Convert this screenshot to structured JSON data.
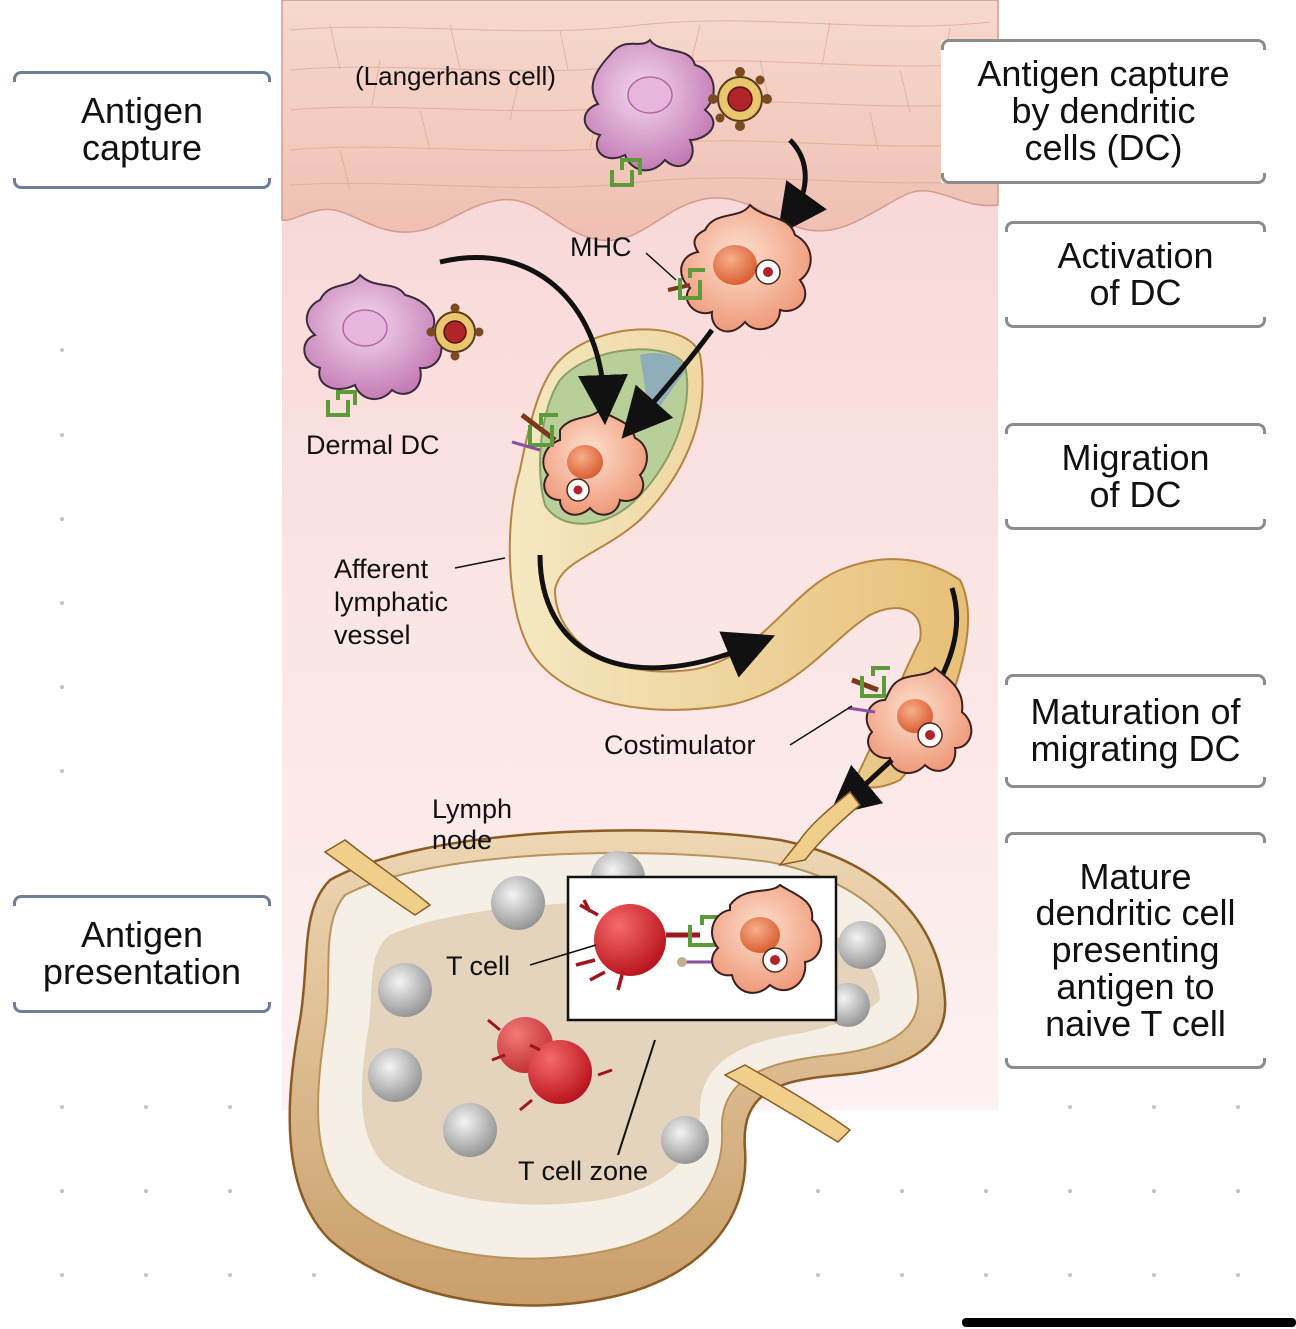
{
  "left_labels": {
    "antigen_capture": [
      "Antigen",
      "capture"
    ],
    "antigen_presentation": [
      "Antigen",
      "presentation"
    ]
  },
  "right_labels": {
    "capture_by_dc": [
      "Antigen capture",
      "by dendritic",
      "cells (DC)"
    ],
    "activation": [
      "Activation",
      "of DC"
    ],
    "migration": [
      "Migration",
      "of DC"
    ],
    "maturation": [
      "Maturation of",
      "migrating DC"
    ],
    "presenting": [
      "Mature",
      "dendritic cell",
      "presenting",
      "antigen to",
      "naive T cell"
    ]
  },
  "callouts": {
    "langerhans": "(Langerhans cell)",
    "mhc": "MHC",
    "dermal_dc": "Dermal DC",
    "afferent_vessel": [
      "Afferent",
      "lymphatic",
      "vessel"
    ],
    "costimulator": "Costimulator",
    "lymph_node": [
      "Lymph",
      "node"
    ],
    "t_cell": "T cell",
    "t_cell_zone": "T cell zone"
  },
  "colors": {
    "skin": "#f2c7bd",
    "dermis": "#f8dcdc",
    "dc_purple": "#c98fbd",
    "dc_orange": "#f3a98a",
    "t_cell_red": "#d81f2a",
    "mhc_green": "#8bbf63",
    "lymph_node": "#d9b98a",
    "vessel": "#e9c88a",
    "label_border": "#6d7f98"
  }
}
